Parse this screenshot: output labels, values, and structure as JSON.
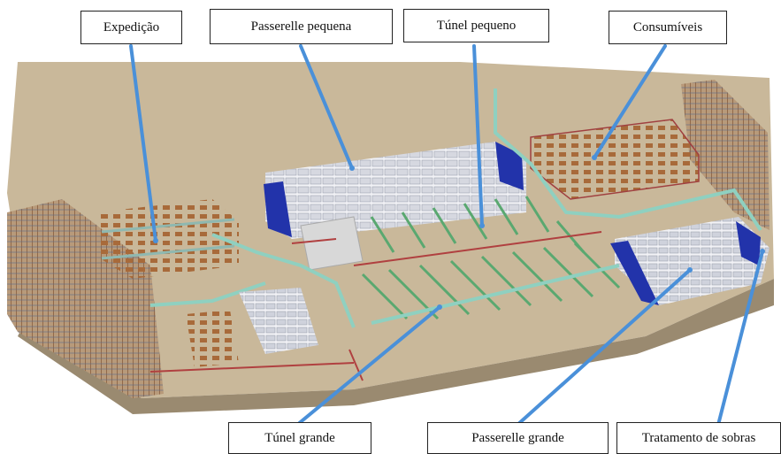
{
  "labels": {
    "expedicao": "Expedição",
    "passerelle_pequena": "Passerelle pequena",
    "tunel_pequeno": "Túnel pequeno",
    "consumiveis": "Consumíveis",
    "tunel_grande": "Túnel grande",
    "passerelle_grande": "Passerelle grande",
    "tratamento_sobras": "Tratamento de sobras"
  },
  "colors": {
    "background": "#ffffff",
    "floor": "#c9b89a",
    "rack": "#a0623a",
    "conveyor": "#8fb8b0",
    "pointer": "#4a90d9",
    "machine_blue": "#2233aa",
    "machine_white": "#e8e8ee"
  }
}
